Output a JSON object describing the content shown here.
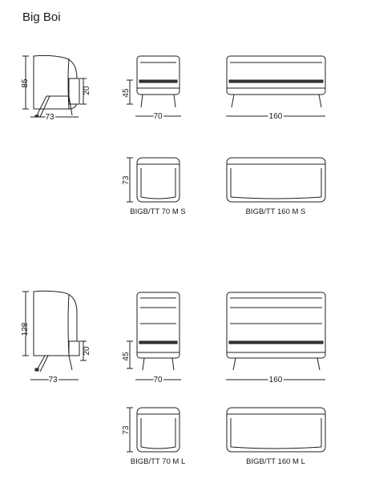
{
  "title": "Big Boi",
  "top": {
    "side_height": "85",
    "seat_height": "20",
    "side_width": "73",
    "front_seat_height": "45",
    "width_small": "70",
    "width_large": "160",
    "plan_depth": "73",
    "label_small": "BIGB/TT 70 M S",
    "label_large": "BIGB/TT 160 M S"
  },
  "bottom": {
    "side_height": "128",
    "seat_height": "20",
    "side_width": "73",
    "front_seat_height": "45",
    "width_small": "70",
    "width_large": "160",
    "plan_depth": "73",
    "label_small": "BIGB/TT 70 M L",
    "label_large": "BIGB/TT 160 M L"
  }
}
